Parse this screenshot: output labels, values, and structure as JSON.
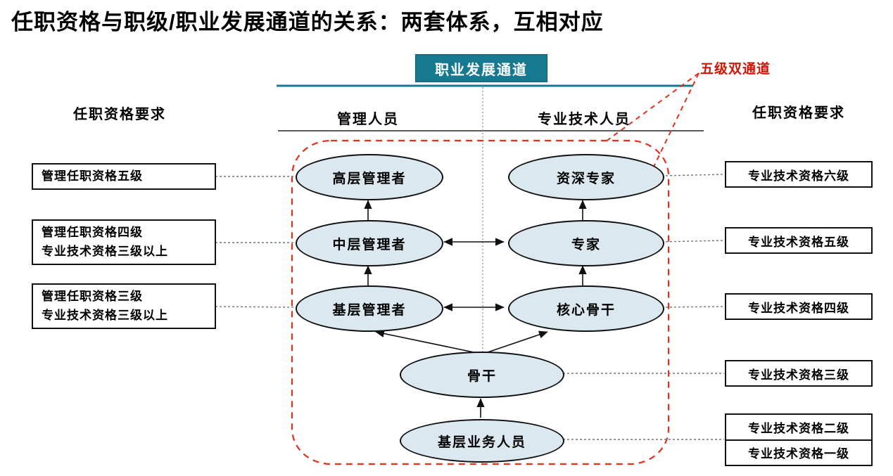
{
  "title": "任职资格与职级/职业发展通道的关系：两套体系，互相对应",
  "channel": {
    "header": "职业发展通道",
    "annotation": "五级双通道",
    "left_column": "管理人员",
    "right_column": "专业技术人员"
  },
  "qualification_header_left": "任职资格要求",
  "qualification_header_right": "任职资格要求",
  "nodes": {
    "management": [
      "高层管理者",
      "中层管理者",
      "基层管理者"
    ],
    "technical": [
      "资深专家",
      "专家",
      "核心骨干"
    ],
    "shared": [
      "骨干",
      "基层业务人员"
    ]
  },
  "left_boxes": [
    [
      "管理任职资格五级"
    ],
    [
      "管理任职资格四级",
      "专业技术资格三级以上"
    ],
    [
      "管理任职资格三级",
      "专业技术资格三级以上"
    ]
  ],
  "right_boxes": [
    "专业技术资格六级",
    "专业技术资格五级",
    "专业技术资格四级",
    "专业技术资格三级",
    "专业技术资格二级",
    "专业技术资格一级"
  ],
  "colors": {
    "teal": "#17798F",
    "red": "#CC1707",
    "node_fill": "#DCE8F0"
  }
}
